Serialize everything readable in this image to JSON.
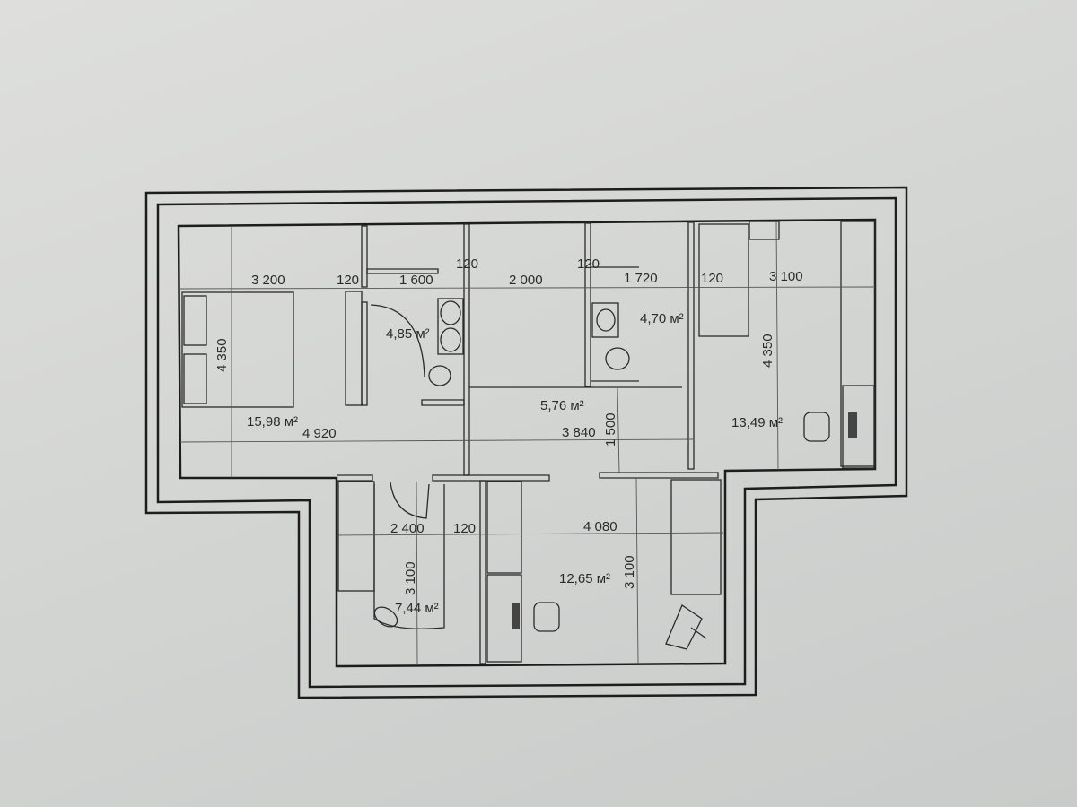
{
  "plan": {
    "areas": {
      "bedroom": "15,98 м²",
      "bathroom_1": "4,85 м²",
      "bathroom_2": "4,70 м²",
      "hall": "5,76 м²",
      "room_right": "13,49 м²",
      "room_small": "7,44 м²",
      "room_office": "12,65 м²"
    },
    "dimensions": {
      "bedroom_width": "3 200",
      "wall_1": "120",
      "bath1_width": "1 600",
      "wall_2": "120",
      "middle_width": "2 000",
      "wall_3": "120",
      "bath2_width": "1 720",
      "wall_4": "120",
      "right_width": "3 100",
      "bedroom_depth": "4 350",
      "right_depth": "4 350",
      "bedroom_total": "4 920",
      "hall_width": "3 840",
      "hall_depth": "1 500",
      "small_width": "2 400",
      "wall_5": "120",
      "office_width": "4 080",
      "small_depth": "3 100",
      "office_depth": "3 100"
    }
  }
}
